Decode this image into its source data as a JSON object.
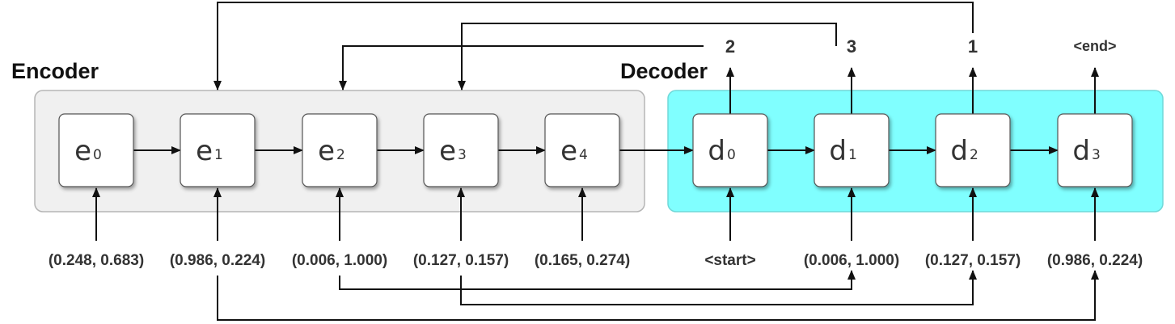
{
  "encoder": {
    "title": "Encoder",
    "cells": [
      {
        "base": "e",
        "sub": "0"
      },
      {
        "base": "e",
        "sub": "1"
      },
      {
        "base": "e",
        "sub": "2"
      },
      {
        "base": "e",
        "sub": "3"
      },
      {
        "base": "e",
        "sub": "4"
      }
    ],
    "inputs": [
      "(0.248, 0.683)",
      "(0.986, 0.224)",
      "(0.006, 1.000)",
      "(0.127, 0.157)",
      "(0.165, 0.274)"
    ]
  },
  "decoder": {
    "title": "Decoder",
    "cells": [
      {
        "base": "d",
        "sub": "0"
      },
      {
        "base": "d",
        "sub": "1"
      },
      {
        "base": "d",
        "sub": "2"
      },
      {
        "base": "d",
        "sub": "3"
      }
    ],
    "inputs": [
      "<start>",
      "(0.006, 1.000)",
      "(0.127, 0.157)",
      "(0.986, 0.224)"
    ],
    "outputs": [
      "2",
      "3",
      "1",
      "<end>"
    ]
  },
  "colors": {
    "encoder_panel": "#f0f0f0",
    "encoder_border": "#b5b5b5",
    "decoder_panel": "#80ffff",
    "decoder_border": "#70d8d8",
    "cell_fill": "#ffffff",
    "cell_border": "#555555",
    "arrow": "#111111"
  }
}
